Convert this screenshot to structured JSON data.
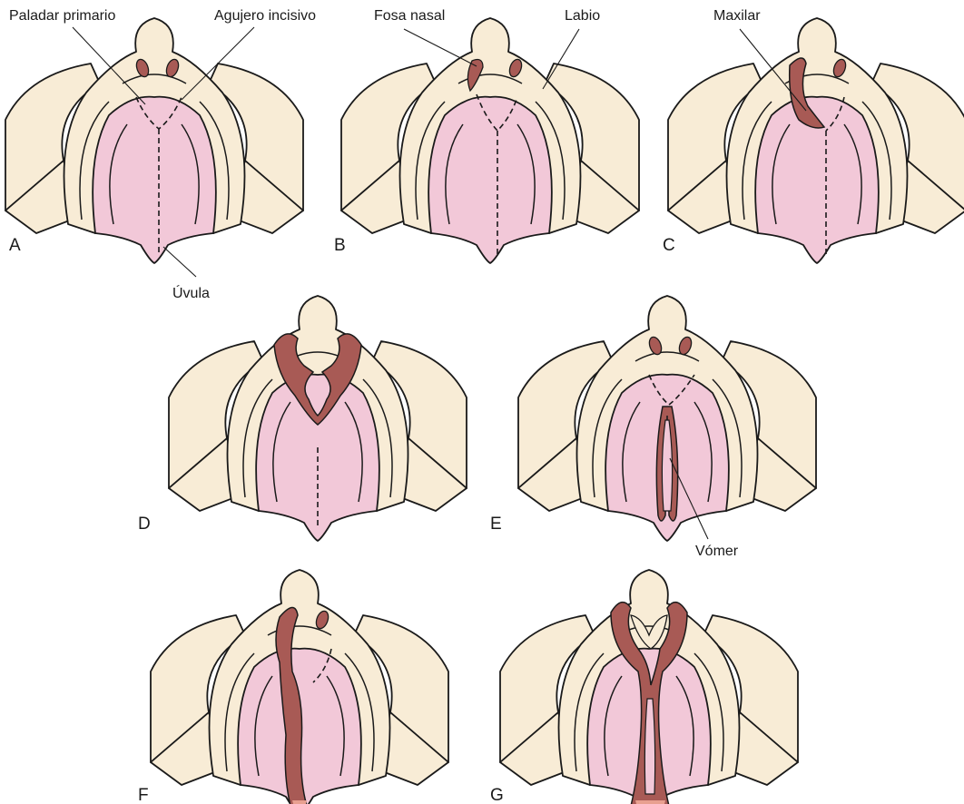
{
  "panels": [
    {
      "id": "A",
      "label": "A",
      "variant": "normal"
    },
    {
      "id": "B",
      "label": "B",
      "variant": "lip-one"
    },
    {
      "id": "C",
      "label": "C",
      "variant": "maxillary-one"
    },
    {
      "id": "D",
      "label": "D",
      "variant": "primary-both"
    },
    {
      "id": "E",
      "label": "E",
      "variant": "secondary-cleft"
    },
    {
      "id": "F",
      "label": "F",
      "variant": "unilateral-complete"
    },
    {
      "id": "G",
      "label": "G",
      "variant": "bilateral-complete"
    }
  ],
  "annotations": {
    "paladar_primario": "Paladar primario",
    "agujero_incisivo": "Agujero incisivo",
    "uvula": "Úvula",
    "fosa_nasal": "Fosa nasal",
    "labio": "Labio",
    "maxilar": "Maxilar",
    "vomer": "Vómer"
  },
  "colors": {
    "tissue": "#f8ecd6",
    "palate": "#f2c8d8",
    "cleft": "#a85a55",
    "outline": "#1a1a1a"
  }
}
